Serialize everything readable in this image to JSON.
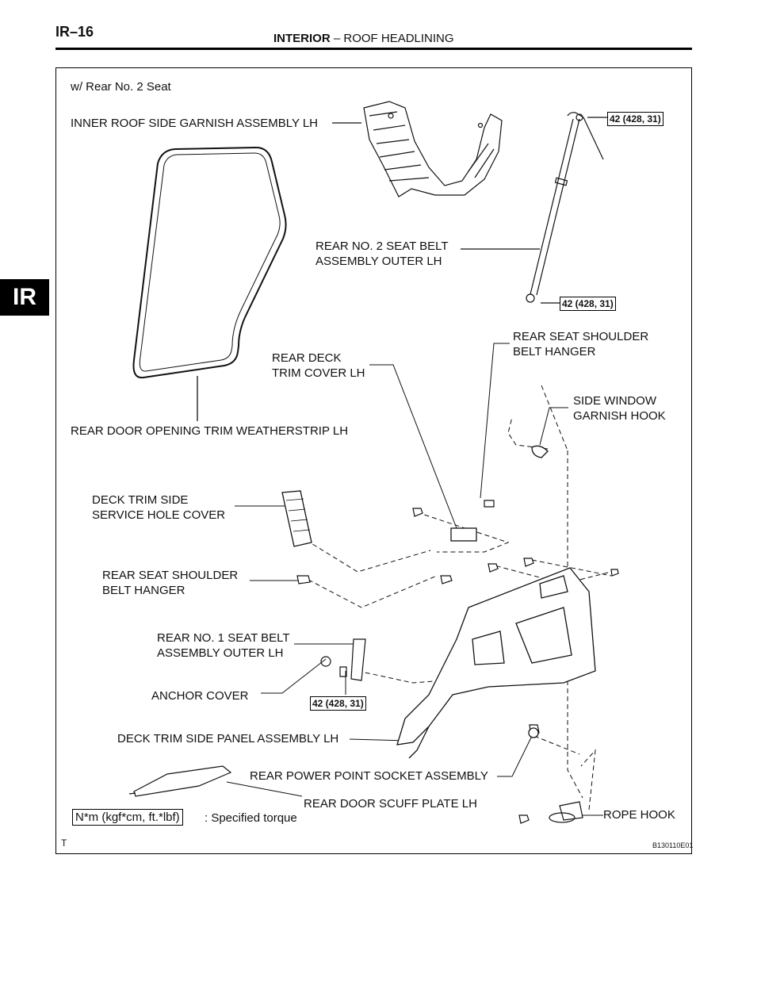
{
  "header": {
    "page_number": "IR–16",
    "section": "INTERIOR",
    "separator": " – ",
    "subsection": "ROOF HEADLINING",
    "side_tab": "IR"
  },
  "diagram": {
    "condition": "w/ Rear No. 2 Seat",
    "labels": {
      "inner_roof_garnish": "INNER ROOF SIDE GARNISH ASSEMBLY LH",
      "rear_no2_belt_1": "REAR NO. 2 SEAT BELT",
      "rear_no2_belt_2": "ASSEMBLY OUTER LH",
      "rear_deck_cover_1": "REAR DECK",
      "rear_deck_cover_2": "TRIM COVER LH",
      "shoulder_hanger_r_1": "REAR SEAT SHOULDER",
      "shoulder_hanger_r_2": "BELT HANGER",
      "side_window_hook_1": "SIDE WINDOW",
      "side_window_hook_2": "GARNISH HOOK",
      "weatherstrip": "REAR DOOR OPENING TRIM WEATHERSTRIP LH",
      "service_hole_1": "DECK TRIM SIDE",
      "service_hole_2": "SERVICE HOLE COVER",
      "shoulder_hanger_l_1": "REAR SEAT SHOULDER",
      "shoulder_hanger_l_2": "BELT HANGER",
      "rear_no1_belt_1": "REAR NO. 1 SEAT BELT",
      "rear_no1_belt_2": "ASSEMBLY OUTER LH",
      "anchor_cover": "ANCHOR COVER",
      "deck_panel": "DECK TRIM SIDE PANEL ASSEMBLY LH",
      "power_socket": "REAR POWER POINT SOCKET ASSEMBLY",
      "scuff_plate": "REAR DOOR SCUFF PLATE LH",
      "rope_hook": "ROPE HOOK"
    },
    "torque": {
      "top": "42 (428, 31)",
      "middle": "42 (428, 31)",
      "bottom": "42 (428, 31)"
    },
    "legend": {
      "unit": "N*m (kgf*cm, ft.*lbf)",
      "text": ": Specified torque"
    },
    "corner_mark": "T",
    "figure_code": "B130110E01"
  }
}
